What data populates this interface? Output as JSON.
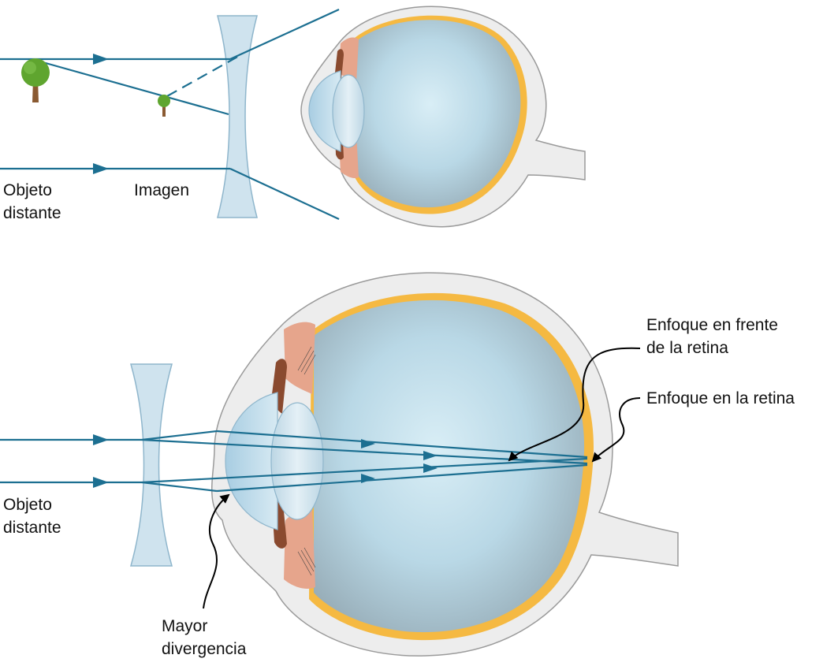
{
  "top_panel": {
    "object_label": [
      "Objeto",
      "distante"
    ],
    "image_label": "Imagen"
  },
  "bottom_panel": {
    "object_label": [
      "Objeto",
      "distante"
    ],
    "divergence_label": [
      "Mayor",
      "divergencia"
    ],
    "focus_front_label": [
      "Enfoque en frente",
      "de la retina"
    ],
    "focus_retina_label": "Enfoque en la retina"
  },
  "colors": {
    "ray": "#1c6f91",
    "lens_fill": "#cfe3ee",
    "lens_stroke": "#8fb6cc",
    "sclera": "#ededed",
    "retina": "#f5b942",
    "vitreous_center": "#d8ecf4",
    "vitreous_edge": "#9bb6c4",
    "tree_canopy": "#5fa52f",
    "tree_trunk": "#8a5a32"
  }
}
